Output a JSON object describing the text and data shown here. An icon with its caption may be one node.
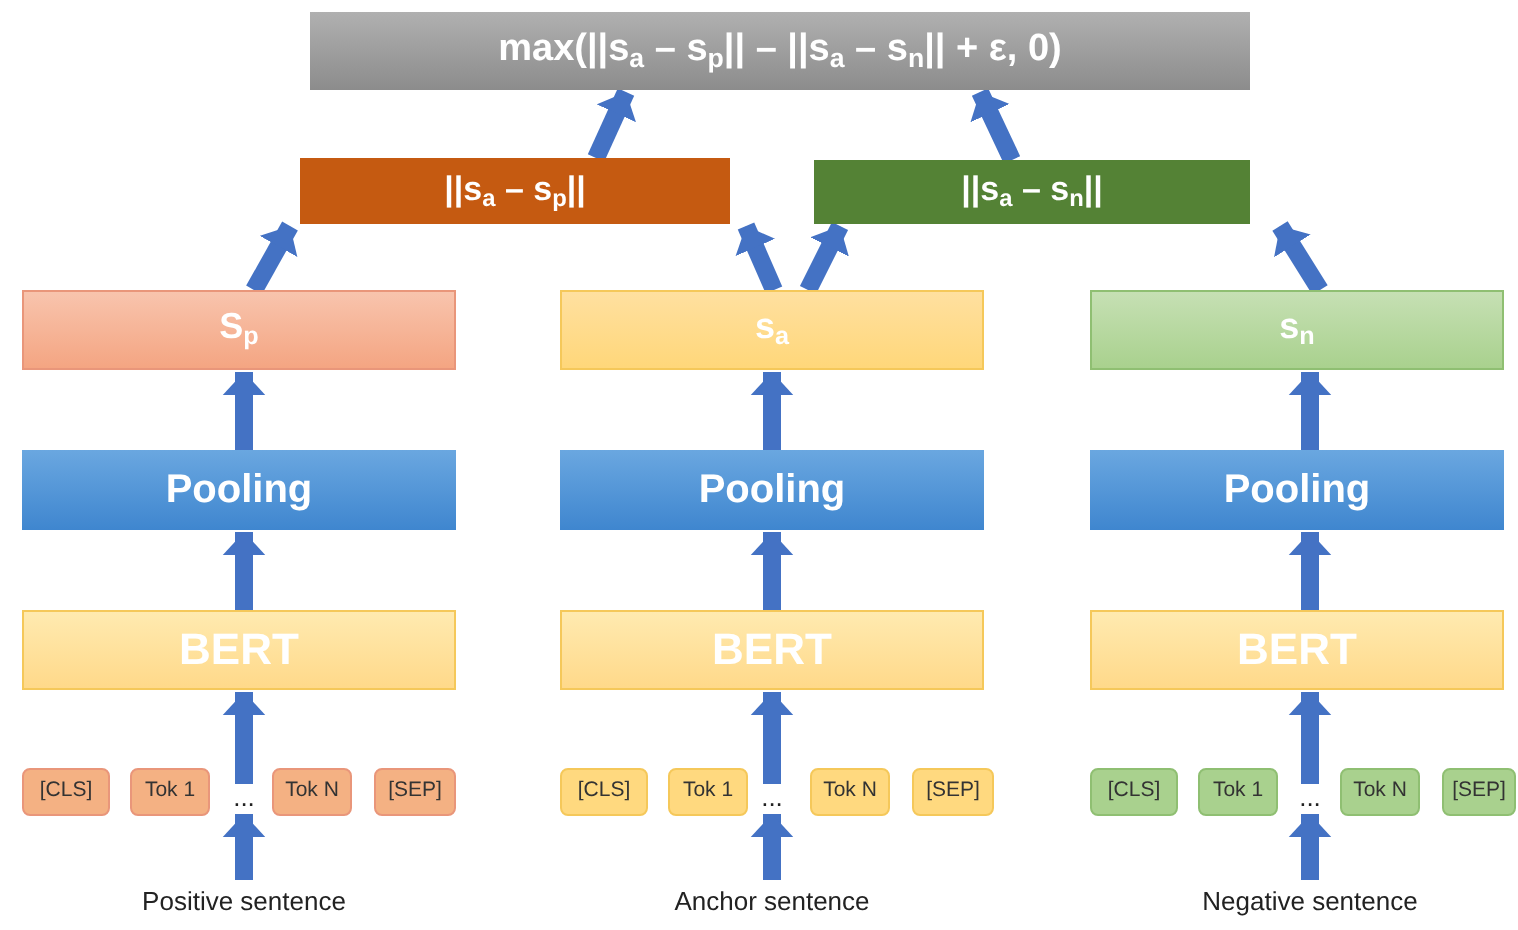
{
  "diagram": {
    "nodes": [
      {
        "text": [
          "max(||s$_{a}$ – s$_{p}$|| – ||s$_{a}$ – s$_{n}$|| + ε, 0)"
        ]
      },
      {
        "text": [
          "||s$_{a}$ – s$_{p}$||"
        ]
      },
      {
        "text": [
          "||s$_{a}$ – s$_{n}$||"
        ]
      },
      {
        "text": [
          "S$_{p}$"
        ]
      },
      {
        "text": [
          "s$_{a}$"
        ]
      },
      {
        "text": [
          "s$_{n}$"
        ]
      },
      {
        "text": [
          "Pooling"
        ]
      },
      {
        "text": [
          "Pooling"
        ]
      },
      {
        "text": [
          "Pooling"
        ]
      },
      {
        "text": [
          "BERT"
        ]
      },
      {
        "text": [
          "BERT"
        ]
      },
      {
        "text": [
          "BERT"
        ]
      },
      {
        "text": [
          "[CLS]"
        ]
      },
      {
        "text": [
          "Tok 1"
        ]
      },
      {
        "text": [
          "Tok N"
        ]
      },
      {
        "text": [
          "[SEP]"
        ]
      },
      {
        "text": [
          "[CLS]"
        ]
      },
      {
        "text": [
          "Tok 1"
        ]
      },
      {
        "text": [
          "Tok N"
        ]
      },
      {
        "text": [
          "[SEP]"
        ]
      },
      {
        "text": [
          "[CLS]"
        ]
      },
      {
        "text": [
          "Tok 1"
        ]
      },
      {
        "text": [
          "Tok N"
        ]
      },
      {
        "text": [
          "[SEP]"
        ]
      },
      {
        "text": [
          "Positive sentence"
        ]
      },
      {
        "text": [
          "Anchor sentence"
        ]
      },
      {
        "text": [
          "Negative sentence"
        ]
      },
      {
        "text": [
          "..."
        ]
      },
      {
        "text": [
          "..."
        ]
      },
      {
        "text": [
          "..."
        ]
      }
    ],
    "edges": [
      {
        "from": 24,
        "to": 27,
        "arrow": "to"
      },
      {
        "from": 25,
        "to": 28,
        "arrow": "to"
      },
      {
        "from": 26,
        "to": 29,
        "arrow": "to"
      },
      {
        "from": 27,
        "to": 9,
        "arrow": "to"
      },
      {
        "from": 28,
        "to": 10,
        "arrow": "to"
      },
      {
        "from": 29,
        "to": 11,
        "arrow": "to"
      },
      {
        "from": 9,
        "to": 6,
        "arrow": "to"
      },
      {
        "from": 10,
        "to": 7,
        "arrow": "to"
      },
      {
        "from": 11,
        "to": 8,
        "arrow": "to"
      },
      {
        "from": 6,
        "to": 3,
        "arrow": "to"
      },
      {
        "from": 7,
        "to": 4,
        "arrow": "to"
      },
      {
        "from": 8,
        "to": 5,
        "arrow": "to"
      },
      {
        "from": 3,
        "to": 1,
        "arrow": "to"
      },
      {
        "from": 4,
        "to": 1,
        "arrow": "to"
      },
      {
        "from": 4,
        "to": 2,
        "arrow": "to"
      },
      {
        "from": 5,
        "to": 2,
        "arrow": "to"
      },
      {
        "from": 1,
        "to": 0,
        "arrow": "to"
      },
      {
        "from": 2,
        "to": 0,
        "arrow": "to"
      }
    ]
  }
}
